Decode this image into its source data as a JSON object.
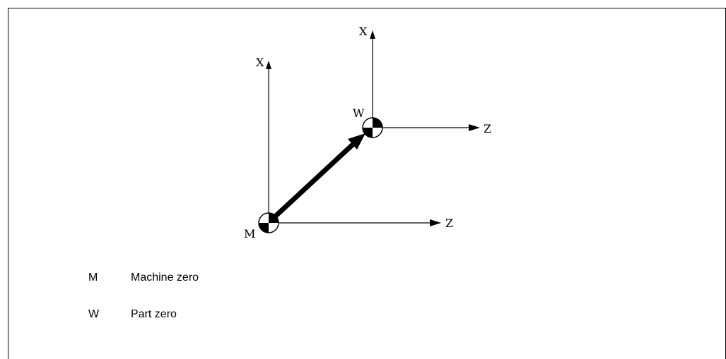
{
  "diagram": {
    "machine_axes": {
      "x_label": "X",
      "z_label": "Z",
      "origin_label": "M"
    },
    "part_axes": {
      "x_label": "X",
      "z_label": "Z",
      "origin_label": "W"
    }
  },
  "legend": [
    {
      "key": "M",
      "description": "Machine zero"
    },
    {
      "key": "W",
      "description": "Part zero"
    }
  ]
}
